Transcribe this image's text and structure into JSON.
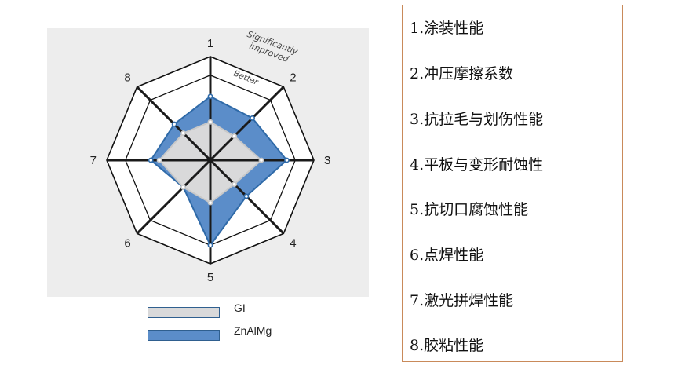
{
  "chart_data": {
    "type": "radar",
    "axes": [
      "1",
      "2",
      "3",
      "4",
      "5",
      "6",
      "7",
      "8"
    ],
    "range": [
      0,
      1
    ],
    "zone_labels": [
      "Significantly improved",
      "Better"
    ],
    "series": [
      {
        "name": "GI",
        "values": [
          0.45,
          0.4,
          0.6,
          0.4,
          0.5,
          0.45,
          0.6,
          0.45
        ]
      },
      {
        "name": "ZnAlMg",
        "values": [
          0.75,
          0.7,
          0.9,
          0.6,
          1.0,
          0.45,
          0.7,
          0.6
        ]
      }
    ],
    "legend": [
      "GI",
      "ZnAlMg"
    ],
    "colors": {
      "gi_fill": "#d9d9da",
      "gi_stroke": "#c8c8c8",
      "znalmg_fill": "#5b8dc9",
      "znalmg_stroke": "#2f6aa8",
      "frame": "#111111"
    }
  },
  "list": {
    "items": [
      "1.涂装性能",
      "2.冲压摩擦系数",
      "3.抗拉毛与划伤性能",
      "4.平板与变形耐蚀性",
      "5.抗切口腐蚀性能",
      "6.点焊性能",
      "7.激光拼焊性能",
      "8.胶粘性能"
    ]
  }
}
